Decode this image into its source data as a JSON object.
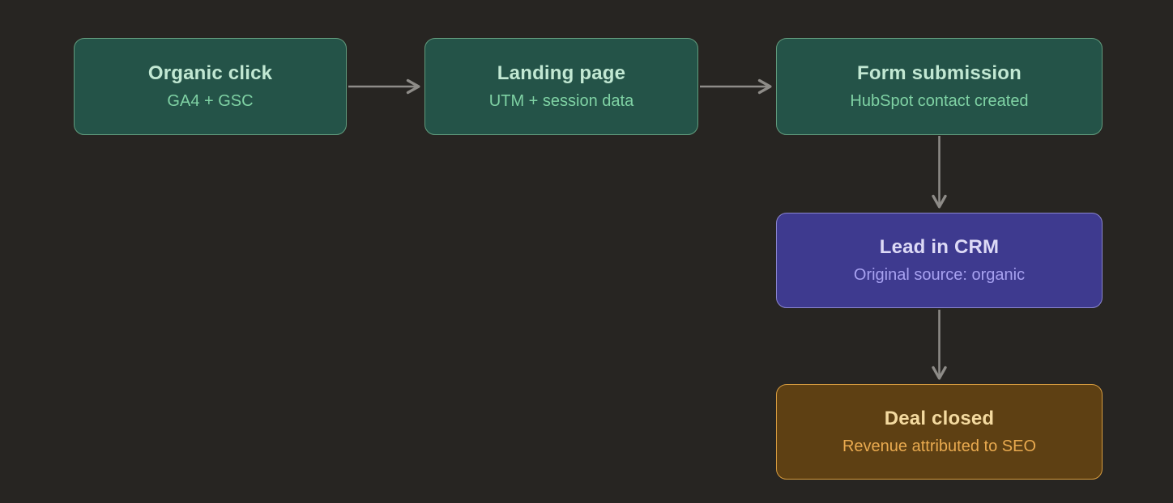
{
  "diagram": {
    "type": "flowchart",
    "background_color": "#272522",
    "arrow_color": "#8e8c88",
    "nodes": [
      {
        "id": "organic-click",
        "title": "Organic click",
        "subtitle": "GA4 + GSC",
        "variant": "green",
        "fill": "#245348",
        "border": "#619b7d",
        "title_color": "#c2e8d3",
        "subtitle_color": "#7fd2a4"
      },
      {
        "id": "landing-page",
        "title": "Landing page",
        "subtitle": "UTM + session data",
        "variant": "green",
        "fill": "#245348",
        "border": "#619b7d",
        "title_color": "#c2e8d3",
        "subtitle_color": "#7fd2a4"
      },
      {
        "id": "form-submission",
        "title": "Form submission",
        "subtitle": "HubSpot contact created",
        "variant": "green",
        "fill": "#245348",
        "border": "#619b7d",
        "title_color": "#c2e8d3",
        "subtitle_color": "#7fd2a4"
      },
      {
        "id": "lead-in-crm",
        "title": "Lead in CRM",
        "subtitle": "Original source: organic",
        "variant": "purple",
        "fill": "#3e3a8f",
        "border": "#8a85cf",
        "title_color": "#dddaf6",
        "subtitle_color": "#a7a1f0"
      },
      {
        "id": "deal-closed",
        "title": "Deal closed",
        "subtitle": "Revenue attributed to SEO",
        "variant": "orange",
        "fill": "#5e4013",
        "border": "#d79c3f",
        "title_color": "#f4daa0",
        "subtitle_color": "#e9aa4f"
      }
    ],
    "edges": [
      {
        "from": "organic-click",
        "to": "landing-page",
        "direction": "right"
      },
      {
        "from": "landing-page",
        "to": "form-submission",
        "direction": "right"
      },
      {
        "from": "form-submission",
        "to": "lead-in-crm",
        "direction": "down"
      },
      {
        "from": "lead-in-crm",
        "to": "deal-closed",
        "direction": "down"
      }
    ]
  }
}
